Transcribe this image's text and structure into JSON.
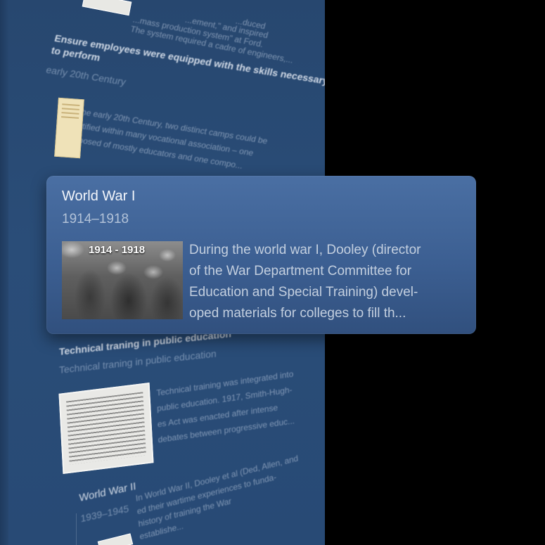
{
  "background": {
    "top_fragment": [
      "...ement,\" and inspired",
      "...mass production system\" at Ford.",
      "The system required a cadre of engineers,..."
    ],
    "top_fragment_suffix": "...duced",
    "section1": {
      "title_line1": "Ensure employees were equipped with the skills necessary",
      "title_line2": "to perform",
      "date": "early 20th Century",
      "body": [
        "In the early 20th Century, two distinct camps could be",
        "identified within many vocational association – one",
        "composed of mostly educators and one compo..."
      ]
    },
    "section3": {
      "title": "Technical traning in public education",
      "subtitle": "Technical traning in public education",
      "body": [
        "Technical training was integrated into",
        "public education. 1917, Smith-Hugh-",
        "es Act was enacted after intense",
        "debates between progressive educ..."
      ]
    },
    "section4": {
      "title": "World War II",
      "date": "1939–1945",
      "body": [
        "In World War II, Dooley et al (Ded, Allen, and",
        "ed their wartime experiences to funda-",
        "history of training the War",
        "establishe..."
      ]
    }
  },
  "card": {
    "title": "World War I",
    "date": "1914–1918",
    "image_caption": "1914 - 1918",
    "body": [
      "During the world war I, Dooley (director",
      "of the War Department Committee for",
      "Education and Special Training) devel-",
      "oped materials for colleges to fill th..."
    ]
  }
}
